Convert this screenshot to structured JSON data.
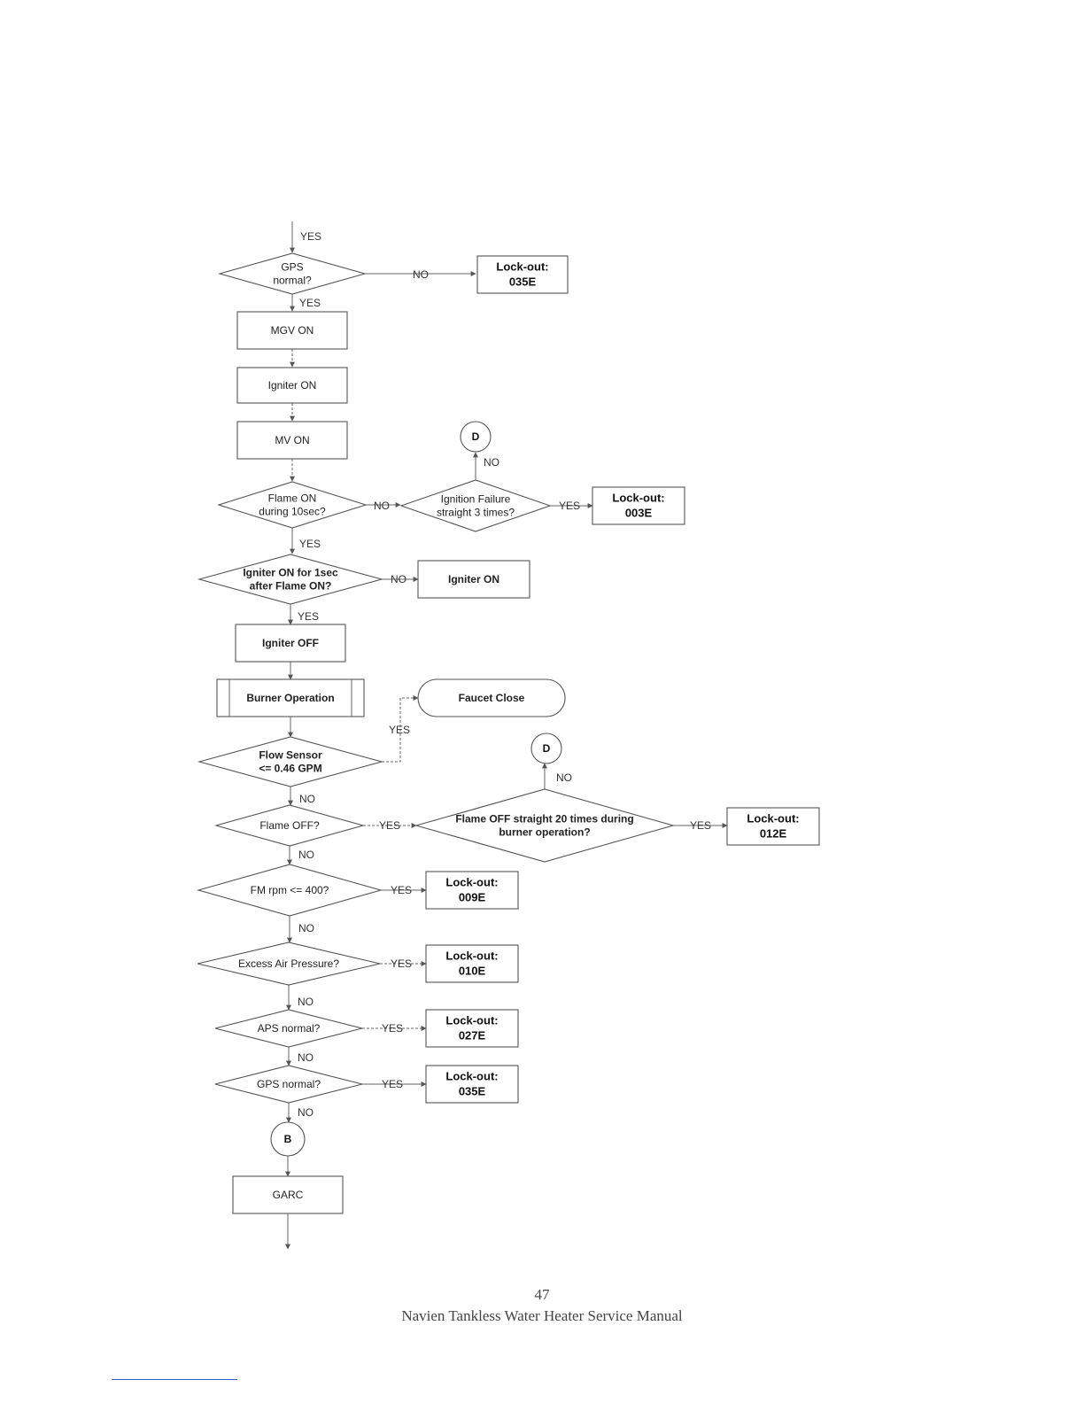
{
  "nodes": {
    "gps_normal_1": [
      "GPS",
      "normal?"
    ],
    "lockout_035e_1": [
      "Lock-out:",
      "035E"
    ],
    "mgv_on": [
      "MGV ON"
    ],
    "igniter_on_1": [
      "Igniter ON"
    ],
    "mv_on": [
      "MV ON"
    ],
    "connector_d_1": [
      "D"
    ],
    "flame_on_10sec": [
      "Flame ON",
      "during 10sec?"
    ],
    "ignition_failure": [
      "Ignition Failure",
      "straight 3 times?"
    ],
    "lockout_003e": [
      "Lock-out:",
      "003E"
    ],
    "igniter_on_after_flame": [
      "Igniter ON for 1sec",
      "after Flame ON?"
    ],
    "igniter_on_2": [
      "Igniter ON"
    ],
    "igniter_off": [
      "Igniter OFF"
    ],
    "burner_operation": [
      "Burner Operation"
    ],
    "faucet_close": [
      "Faucet Close"
    ],
    "flow_sensor": [
      "Flow Sensor",
      "<= 0.46 GPM"
    ],
    "connector_d_2": [
      "D"
    ],
    "flame_off": [
      "Flame OFF?"
    ],
    "flame_off_20": [
      "Flame OFF straight 20 times during",
      "burner operation?"
    ],
    "lockout_012e": [
      "Lock-out:",
      "012E"
    ],
    "fm_rpm": [
      "FM rpm <= 400?"
    ],
    "lockout_009e": [
      "Lock-out:",
      "009E"
    ],
    "excess_air": [
      "Excess Air Pressure?"
    ],
    "lockout_010e": [
      "Lock-out:",
      "010E"
    ],
    "aps_normal": [
      "APS normal?"
    ],
    "lockout_027e": [
      "Lock-out:",
      "027E"
    ],
    "gps_normal_2": [
      "GPS normal?"
    ],
    "lockout_035e_2": [
      "Lock-out:",
      "035E"
    ],
    "connector_b": [
      "B"
    ],
    "garc": [
      "GARC"
    ]
  },
  "labels": {
    "yes": "YES",
    "no": "NO"
  },
  "footer": {
    "page_number": "47",
    "manual_title": "Navien Tankless Water Heater Service Manual"
  }
}
